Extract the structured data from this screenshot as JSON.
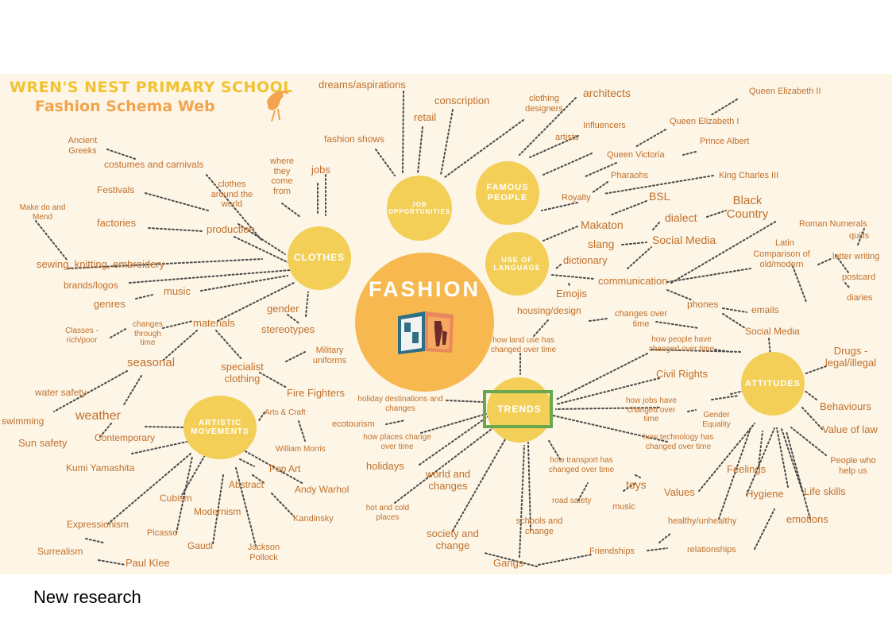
{
  "school_name": "WREN'S NEST PRIMARY SCHOOL",
  "diagram_title": "Fashion Schema Web",
  "center": {
    "label": "FASHION",
    "icon": "fashion-magazine-icon"
  },
  "hubs": {
    "clothes": "CLOTHES",
    "job_opportunities": "JOB OPPORTUNITIES",
    "famous_people": "FAMOUS PEOPLE",
    "use_of_language": "USE OF LANGUAGE",
    "trends": "TRENDS",
    "attitudes": "ATTITUDES",
    "artistic_movements": "ARTISTIC MOVEMENTS"
  },
  "words": {
    "ancient_greeks": "Ancient Greeks",
    "costumes": "costumes and carnivals",
    "festivals": "Festivals",
    "make_do": "Make do and Mend",
    "factories": "factories",
    "production": "production",
    "sewing": "sewing, knitting, embroidery",
    "brands": "brands/logos",
    "music_left": "music",
    "genres": "genres",
    "classes": "Classes - rich/poor",
    "changes_time": "changes through time",
    "materials": "materials",
    "gender": "gender",
    "stereotypes": "stereotypes",
    "seasonal": "seasonal",
    "military": "Military uniforms",
    "specialist": "specialist clothing",
    "fire": "Fire Fighters",
    "water_safety": "water safety",
    "swimming": "swimming",
    "weather": "weather",
    "sun_safety": "Sun safety",
    "clothes_world": "clothes around the world",
    "where_from": "where they come from",
    "jobs": "jobs",
    "fashion_shows": "fashion shows",
    "dreams": "dreams/aspirations",
    "retail": "retail",
    "conscription": "conscription",
    "designers": "clothing designers",
    "architects": "architects",
    "influencers": "Influencers",
    "artists": "artists",
    "queen_eliz2": "Queen Elizabeth II",
    "queen_eliz1": "Queen Elizabeth I",
    "prince_albert": "Prince Albert",
    "queen_victoria": "Queen Victoria",
    "pharaohs": "Pharaohs",
    "king_charles": "King Charles III",
    "royalty": "Royalty",
    "bsl": "BSL",
    "makaton": "Makaton",
    "dialect": "dialect",
    "black_country": "Black Country",
    "slang": "slang",
    "social_media_1": "Social Media",
    "dictionary": "dictionary",
    "roman_numerals": "Roman Numerals",
    "quills": "quills",
    "latin": "Latin",
    "comparison": "Comparison of old/modern",
    "letter_writing": "letter writing",
    "postcard": "postcard",
    "communication": "communication",
    "emojis": "Emojis",
    "diaries": "diaries",
    "phones": "phones",
    "emails": "emails",
    "social_media_2": "Social Media",
    "housing": "housing/design",
    "changes_over_time": "changes over time",
    "land_use": "how land use has changed over time",
    "people_changed": "how people have changed over time",
    "civil_rights": "Civil Rights",
    "drugs": "Drugs - legal/illegal",
    "behaviours": "Behaviours",
    "value_law": "Value of law",
    "jobs_changed": "how jobs have changed over time",
    "gender_equality": "Gender Equality",
    "holiday_destinations": "holiday destinations and changes",
    "ecotourism": "ecotourism",
    "places_changed": "how places change over time",
    "holidays": "holidays",
    "world_changes": "world and changes",
    "hot_cold": "hot and cold places",
    "transport": "how transport has changed over time",
    "road_safety": "road safety",
    "technology": "how technology has changed over time",
    "toys": "toys",
    "music_right": "music",
    "society": "society and change",
    "schools": "schools and change",
    "gangs": "Gangs",
    "friendships": "Friendships",
    "relationships": "relationships",
    "healthy": "healthy/unhealthy",
    "values": "Values",
    "feelings": "Feelings",
    "hygiene": "Hygiene",
    "life_skills": "Life skills",
    "emotions": "emotions",
    "people_help": "People who help us",
    "arts_craft": "Arts & Craft",
    "william_morris": "William Morris",
    "contemporary": "Contemporary",
    "kumi": "Kumi Yamashita",
    "pop_art": "Pop Art",
    "andy_warhol": "Andy Warhol",
    "abstract": "Abstract",
    "kandinsky": "Kandinsky",
    "cubism": "Cubism",
    "picasso": "Picasso",
    "modernism": "Modernism",
    "gaudi": "Gaudi",
    "jackson": "Jackson Pollock",
    "expressionism": "Expressionism",
    "surrealism": "Surrealism",
    "paul_klee": "Paul Klee"
  },
  "caption": "New research",
  "colors": {
    "background": "#fdf5e6",
    "bubble": "#f3cf57",
    "center_bubble": "#f7b84f",
    "word_text": "#c1702b",
    "highlight_box": "#6aa84f"
  }
}
